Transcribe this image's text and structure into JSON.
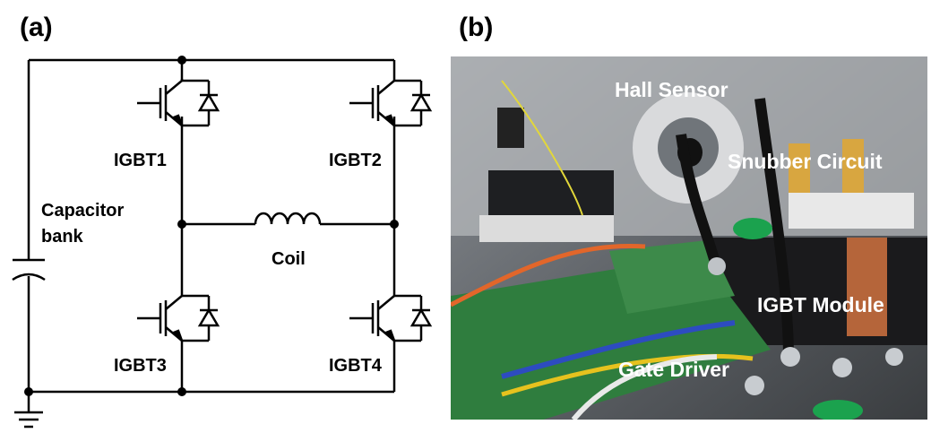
{
  "panels": {
    "a_label": "(a)",
    "b_label": "(b)"
  },
  "circuit": {
    "igbt1": "IGBT1",
    "igbt2": "IGBT2",
    "igbt3": "IGBT3",
    "igbt4": "IGBT4",
    "capacitor_line1": "Capacitor",
    "capacitor_line2": "bank",
    "coil": "Coil"
  },
  "photo": {
    "hall_sensor": "Hall Sensor",
    "snubber": "Snubber Circuit",
    "igbt_module": "IGBT Module",
    "gate_driver": "Gate Driver"
  },
  "colors": {
    "wire": "#000000",
    "photo_label": "#ffffff",
    "background": "#ffffff"
  }
}
